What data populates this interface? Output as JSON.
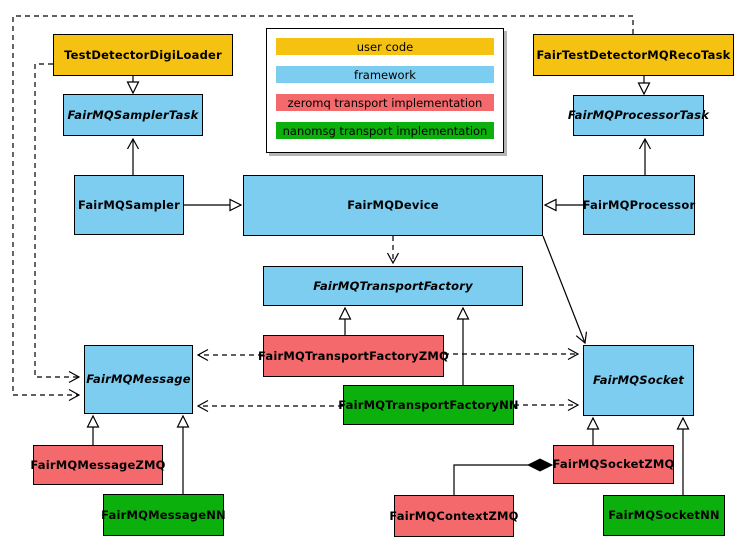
{
  "diagram": {
    "title": "FairMQ class diagram",
    "palette": {
      "user_code": "#F5C211",
      "framework": "#7DCDF1",
      "zeromq": "#F4696B",
      "nanomsg": "#0CB00C",
      "edge": "#000000",
      "background": "#FFFFFF"
    },
    "legend": {
      "items": [
        {
          "label": "user code",
          "color": "#F5C211"
        },
        {
          "label": "framework",
          "color": "#7DCDF1"
        },
        {
          "label": "zeromq transport implementation",
          "color": "#F4696B"
        },
        {
          "label": "nanomsg transport implementation",
          "color": "#0CB00C"
        }
      ]
    },
    "nodes": {
      "testDetectorDigiLoader": {
        "label": "TestDetectorDigiLoader",
        "category": "user code",
        "abstract": false
      },
      "fairTestDetectorMQRecoTask": {
        "label": "FairTestDetectorMQRecoTask",
        "category": "user code",
        "abstract": false
      },
      "fairMQSamplerTask": {
        "label": "FairMQSamplerTask",
        "category": "framework",
        "abstract": true
      },
      "fairMQProcessorTask": {
        "label": "FairMQProcessorTask",
        "category": "framework",
        "abstract": true
      },
      "fairMQSampler": {
        "label": "FairMQSampler",
        "category": "framework",
        "abstract": false
      },
      "fairMQDevice": {
        "label": "FairMQDevice",
        "category": "framework",
        "abstract": false
      },
      "fairMQProcessor": {
        "label": "FairMQProcessor",
        "category": "framework",
        "abstract": false
      },
      "fairMQTransportFactory": {
        "label": "FairMQTransportFactory",
        "category": "framework",
        "abstract": true
      },
      "fairMQTransportFactoryZMQ": {
        "label": "FairMQTransportFactoryZMQ",
        "category": "zeromq transport implementation",
        "abstract": false
      },
      "fairMQTransportFactoryNN": {
        "label": "FairMQTransportFactoryNN",
        "category": "nanomsg transport implementation",
        "abstract": false
      },
      "fairMQMessage": {
        "label": "FairMQMessage",
        "category": "framework",
        "abstract": true
      },
      "fairMQSocket": {
        "label": "FairMQSocket",
        "category": "framework",
        "abstract": true
      },
      "fairMQMessageZMQ": {
        "label": "FairMQMessageZMQ",
        "category": "zeromq transport implementation",
        "abstract": false
      },
      "fairMQMessageNN": {
        "label": "FairMQMessageNN",
        "category": "nanomsg transport implementation",
        "abstract": false
      },
      "fairMQSocketZMQ": {
        "label": "FairMQSocketZMQ",
        "category": "zeromq transport implementation",
        "abstract": false
      },
      "fairMQSocketNN": {
        "label": "FairMQSocketNN",
        "category": "nanomsg transport implementation",
        "abstract": false
      },
      "fairMQContextZMQ": {
        "label": "FairMQContextZMQ",
        "category": "zeromq transport implementation",
        "abstract": false
      }
    },
    "edges": [
      {
        "from": "TestDetectorDigiLoader",
        "to": "FairMQSamplerTask",
        "type": "inheritance (hollow triangle)"
      },
      {
        "from": "FairTestDetectorMQRecoTask",
        "to": "FairMQProcessorTask",
        "type": "inheritance (hollow triangle)"
      },
      {
        "from": "FairMQSampler",
        "to": "FairMQSamplerTask",
        "type": "association (open arrow)"
      },
      {
        "from": "FairMQProcessor",
        "to": "FairMQProcessorTask",
        "type": "association (open arrow)"
      },
      {
        "from": "FairMQSampler",
        "to": "FairMQDevice",
        "type": "inheritance (hollow triangle)"
      },
      {
        "from": "FairMQProcessor",
        "to": "FairMQDevice",
        "type": "inheritance (hollow triangle)"
      },
      {
        "from": "FairMQDevice",
        "to": "FairMQTransportFactory",
        "type": "dependency (dashed open arrow)"
      },
      {
        "from": "FairMQDevice",
        "to": "FairMQSocket",
        "type": "association (open arrow)"
      },
      {
        "from": "FairMQTransportFactoryZMQ",
        "to": "FairMQTransportFactory",
        "type": "inheritance (hollow triangle)"
      },
      {
        "from": "FairMQTransportFactoryNN",
        "to": "FairMQTransportFactory",
        "type": "inheritance (hollow triangle)"
      },
      {
        "from": "FairMQTransportFactoryZMQ",
        "to": "FairMQMessage",
        "type": "dependency (dashed open arrow)"
      },
      {
        "from": "FairMQTransportFactoryZMQ",
        "to": "FairMQSocket",
        "type": "dependency (dashed open arrow)"
      },
      {
        "from": "FairMQTransportFactoryNN",
        "to": "FairMQMessage",
        "type": "dependency (dashed open arrow)"
      },
      {
        "from": "FairMQTransportFactoryNN",
        "to": "FairMQSocket",
        "type": "dependency (dashed open arrow)"
      },
      {
        "from": "TestDetectorDigiLoader",
        "to": "FairMQMessage",
        "type": "dependency (dashed open arrow)"
      },
      {
        "from": "FairTestDetectorMQRecoTask",
        "to": "FairMQMessage",
        "type": "dependency (dashed open arrow)"
      },
      {
        "from": "FairMQMessageZMQ",
        "to": "FairMQMessage",
        "type": "inheritance (hollow triangle)"
      },
      {
        "from": "FairMQMessageNN",
        "to": "FairMQMessage",
        "type": "inheritance (hollow triangle)"
      },
      {
        "from": "FairMQSocketZMQ",
        "to": "FairMQSocket",
        "type": "inheritance (hollow triangle)"
      },
      {
        "from": "FairMQSocketNN",
        "to": "FairMQSocket",
        "type": "inheritance (hollow triangle)"
      },
      {
        "from": "FairMQContextZMQ",
        "to": "FairMQSocketZMQ",
        "type": "composition (filled diamond)"
      }
    ]
  }
}
